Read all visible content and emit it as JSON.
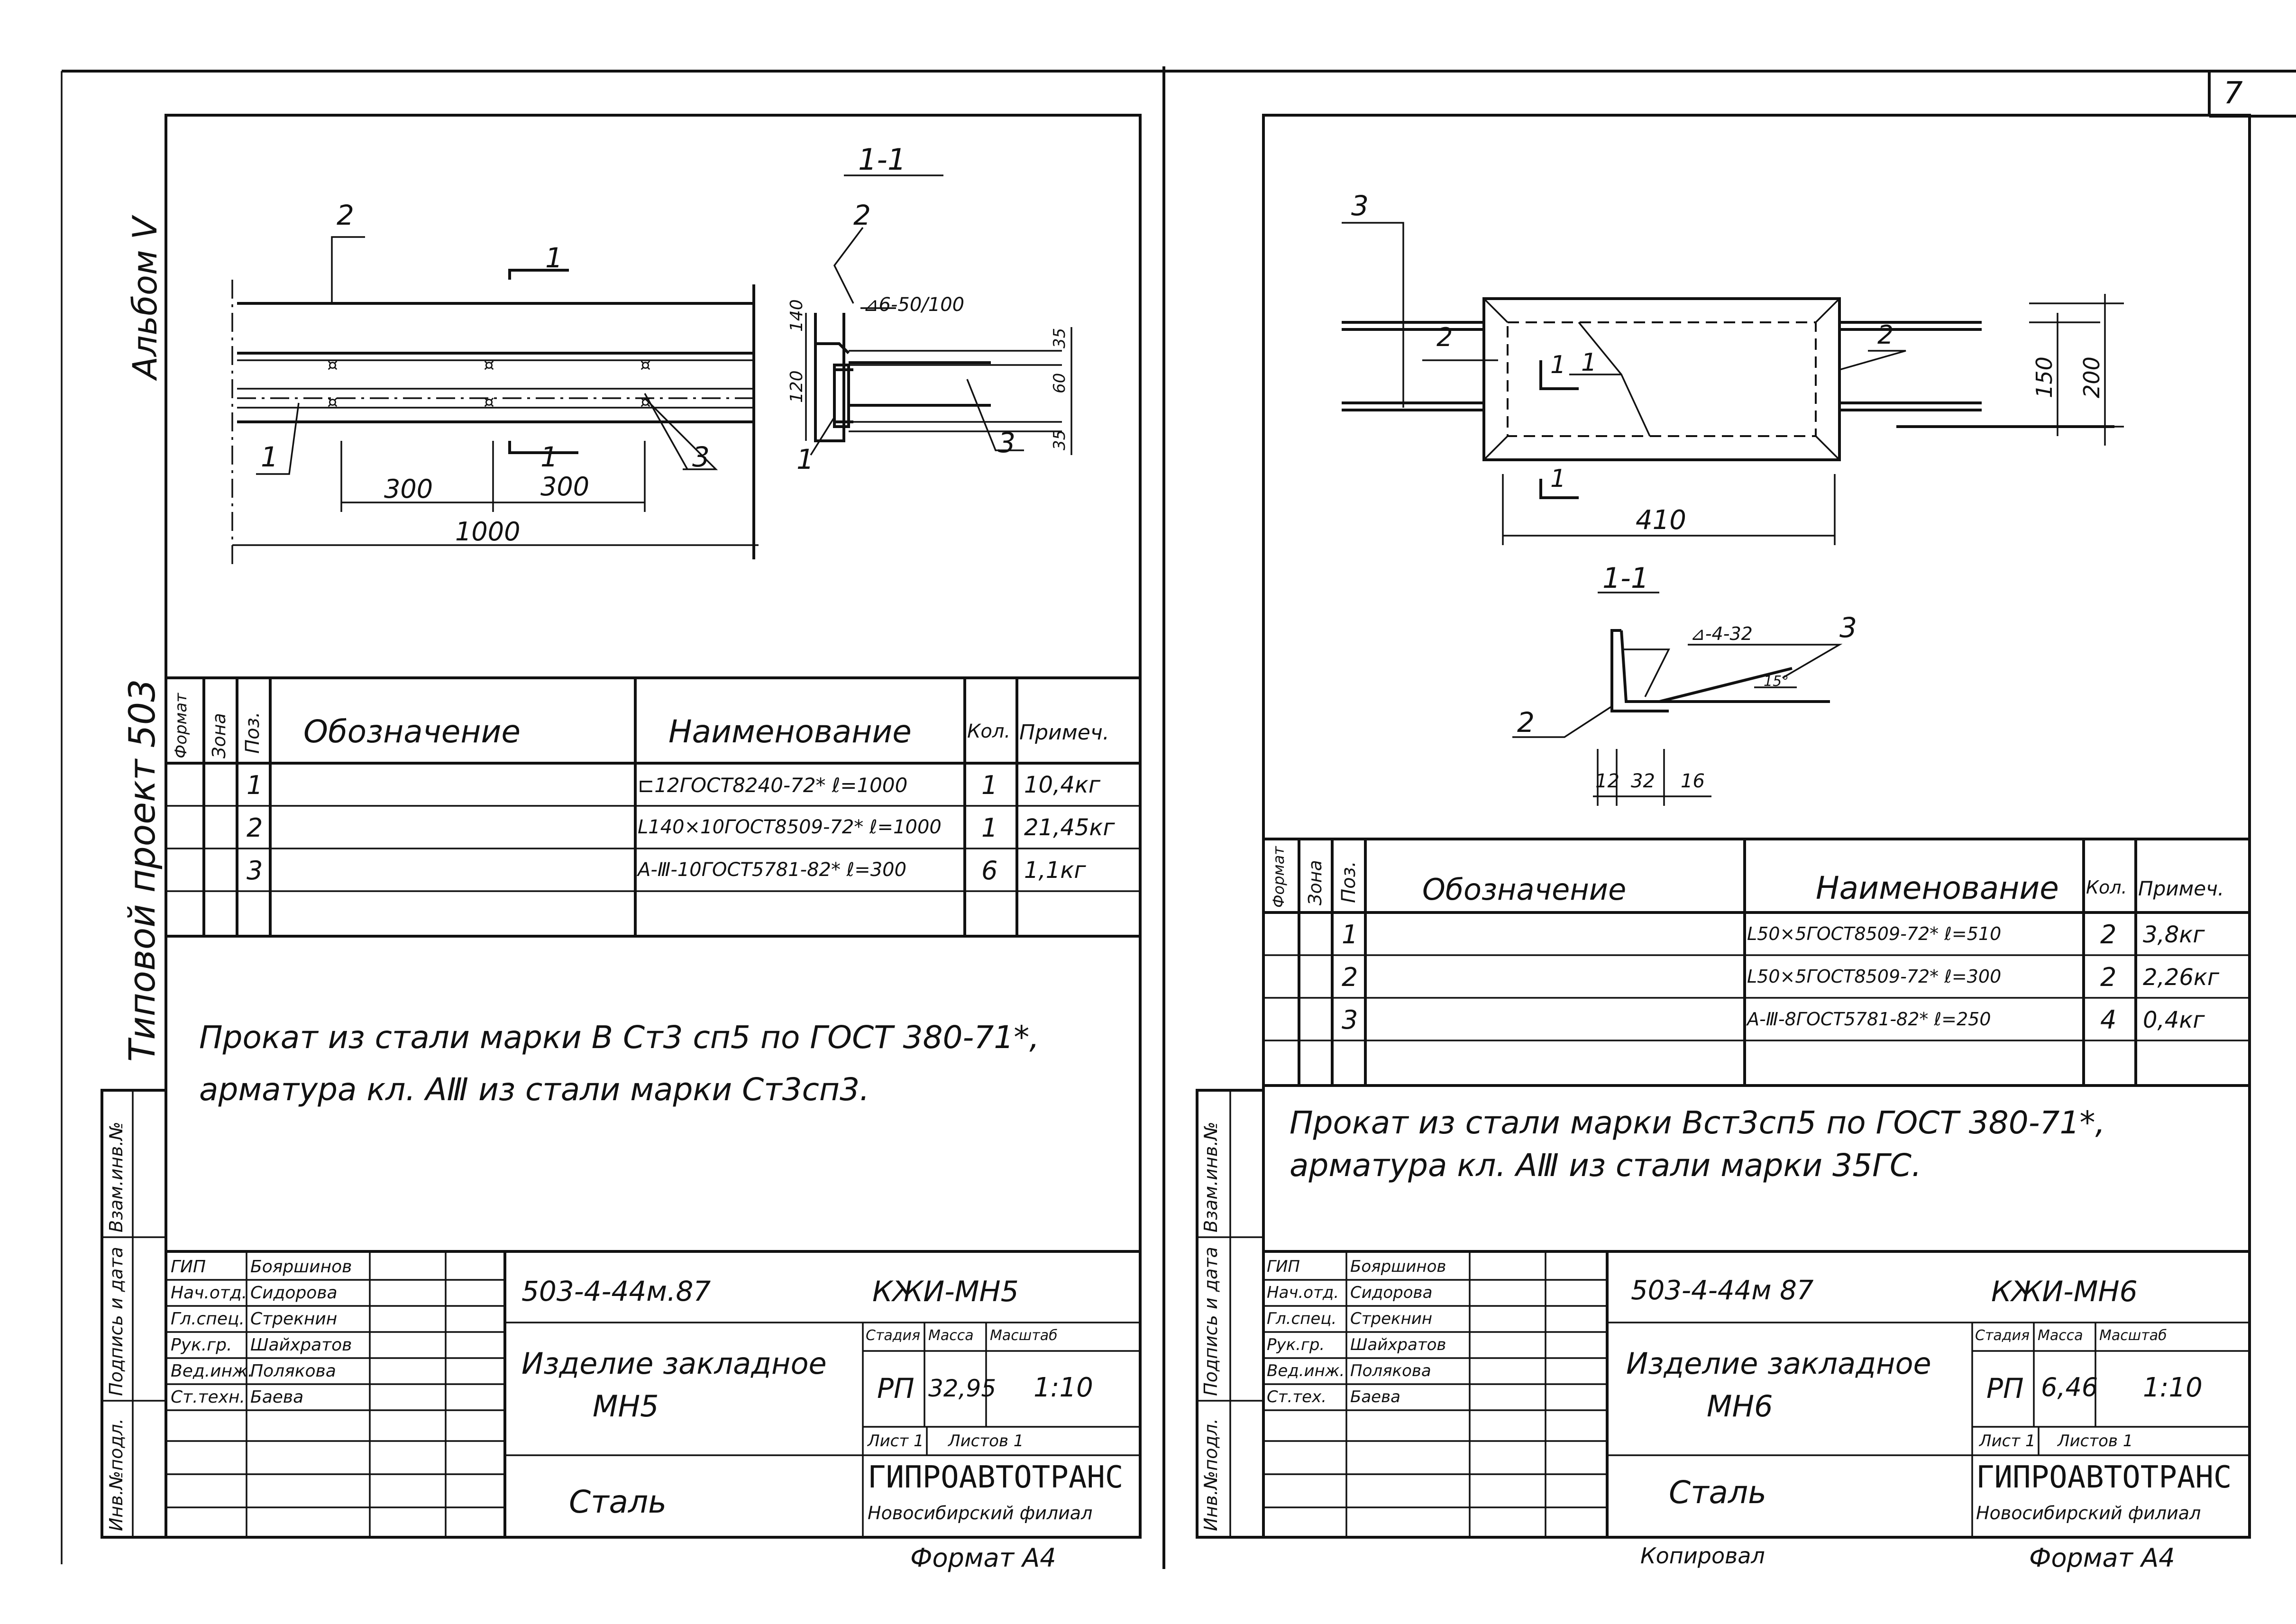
{
  "page_number": "7",
  "left_margin": {
    "album": "Альбом V",
    "project": "Типовой проект 503",
    "inv_zam": "Взам.инв.№",
    "podpis": "Подпись и дата",
    "inv_podl": "Инв.№подл."
  },
  "sheet_left": {
    "drawing": {
      "section_title": "1-1",
      "label_2a": "2",
      "label_2b": "2",
      "label_1a": "1",
      "label_1b": "1",
      "label_1c": "1",
      "label_1d": "1",
      "label_3a": "3",
      "label_3b": "3",
      "dim_300a": "300",
      "dim_300b": "300",
      "dim_1000": "1000",
      "dim_140": "140",
      "dim_120": "120",
      "dim_35a": "35",
      "dim_60": "60",
      "dim_35b": "35",
      "weld": "⊿6-50/100"
    },
    "table": {
      "headers": {
        "format": "Формат",
        "zone": "Зона",
        "pos": "Поз.",
        "designation": "Обозначение",
        "name": "Наименование",
        "qty": "Кол.",
        "note": "Примеч."
      },
      "rows": [
        {
          "pos": "1",
          "name": "⊏12ГОСТ8240-72* ℓ=1000",
          "qty": "1",
          "note": "10,4кг"
        },
        {
          "pos": "2",
          "name": "L140×10ГОСТ8509-72* ℓ=1000",
          "qty": "1",
          "note": "21,45кг"
        },
        {
          "pos": "3",
          "name": "A-Ⅲ-10ГОСТ5781-82* ℓ=300",
          "qty": "6",
          "note": "1,1кг"
        }
      ]
    },
    "note_line1": "Прокат из стали марки В Ст3 сп5 по ГОСТ 380-71*,",
    "note_line2": "арматура кл. АⅢ из стали марки Ст3сп3.",
    "stamp": {
      "roles": [
        "ГИП",
        "Нач.отд.",
        "Гл.спец.",
        "Рук.гр.",
        "Вед.инж.",
        "Ст.техн."
      ],
      "names": [
        "Бояршинов",
        "Сидорова",
        "Стрекнин",
        "Шайхратов",
        "Полякова",
        "Баева"
      ],
      "doc_code": "503-4-44м.87",
      "mark": "КЖИ-МН5",
      "title_line1": "Изделие закладное",
      "title_line2": "МН5",
      "material": "Сталь",
      "stage_label": "Стадия",
      "mass_label": "Масса",
      "scale_label": "Масштаб",
      "stage": "РП",
      "mass": "32,95",
      "scale": "1:10",
      "sheet": "Лист 1",
      "sheets": "Листов 1",
      "org": "ГИПРОАВТОТРАНС",
      "branch": "Новосибирский филиал"
    },
    "format": "Формат А4"
  },
  "sheet_right": {
    "drawing": {
      "label_3": "3",
      "label_2a": "2",
      "label_2b": "2",
      "label_1a": "1",
      "label_1b": "1",
      "label_1c": "1",
      "dim_410": "410",
      "dim_150": "150",
      "dim_200": "200",
      "section_title": "1-1",
      "weld": "⊿-4-32",
      "label_3s": "3",
      "label_2s": "2",
      "dim_12": "12",
      "dim_32": "32",
      "dim_16": "16",
      "angle": "15°"
    },
    "table": {
      "headers": {
        "format": "Формат",
        "zone": "Зона",
        "pos": "Поз.",
        "designation": "Обозначение",
        "name": "Наименование",
        "qty": "Кол.",
        "note": "Примеч."
      },
      "rows": [
        {
          "pos": "1",
          "name": "L50×5ГОСТ8509-72* ℓ=510",
          "qty": "2",
          "note": "3,8кг"
        },
        {
          "pos": "2",
          "name": "L50×5ГОСТ8509-72* ℓ=300",
          "qty": "2",
          "note": "2,26кг"
        },
        {
          "pos": "3",
          "name": "A-Ⅲ-8ГОСТ5781-82* ℓ=250",
          "qty": "4",
          "note": "0,4кг"
        }
      ]
    },
    "note_line1": "Прокат из стали марки Вст3сп5 по ГОСТ 380-71*,",
    "note_line2": "арматура кл. АⅢ из стали марки 35ГС.",
    "stamp": {
      "roles": [
        "ГИП",
        "Нач.отд.",
        "Гл.спец.",
        "Рук.гр.",
        "Вед.инж.",
        "Ст.тех."
      ],
      "names": [
        "Бояршинов",
        "Сидорова",
        "Стрекнин",
        "Шайхратов",
        "Полякова",
        "Баева"
      ],
      "doc_code": "503-4-44м 87",
      "mark": "КЖИ-МН6",
      "title_line1": "Изделие закладное",
      "title_line2": "МН6",
      "material": "Сталь",
      "stage_label": "Стадия",
      "mass_label": "Масса",
      "scale_label": "Масштаб",
      "stage": "РП",
      "mass": "6,46",
      "scale": "1:10",
      "sheet": "Лист 1",
      "sheets": "Листов 1",
      "org": "ГИПРОАВТОТРАНС",
      "branch": "Новосибирский филиал"
    },
    "copied": "Копировал",
    "format": "Формат А4"
  }
}
